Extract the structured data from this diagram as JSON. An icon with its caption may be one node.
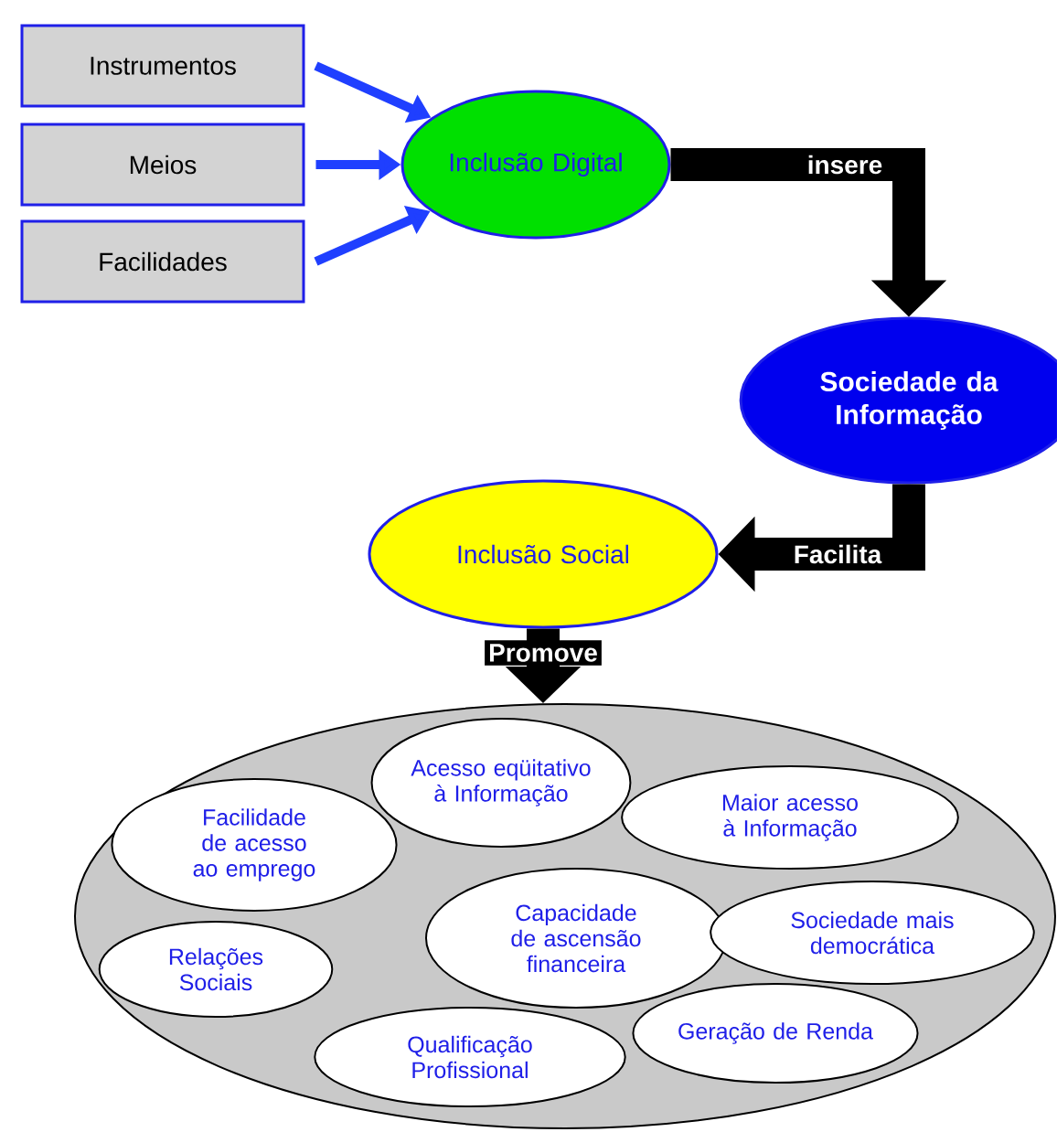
{
  "diagram": {
    "nodes": [
      {
        "text": [
          "Instrumentos"
        ]
      },
      {
        "text": [
          "Meios"
        ]
      },
      {
        "text": [
          "Facilidades"
        ]
      },
      {
        "text": [
          "Inclusão Digital"
        ]
      },
      {
        "text": [
          "Sociedade da Informação"
        ]
      },
      {
        "text": [
          "Inclusão Social"
        ]
      },
      {
        "text": [],
        "shape": "ellipse"
      },
      {
        "text": [
          "Acesso eqüitativo à Informação"
        ],
        "in": 6
      },
      {
        "text": [
          "Facilidade de acesso ao emprego"
        ],
        "in": 6
      },
      {
        "text": [
          "Maior acesso à Informação"
        ],
        "in": 6
      },
      {
        "text": [
          "Capacidade de ascensão financeira"
        ],
        "in": 6
      },
      {
        "text": [
          "Sociedade mais democrática"
        ],
        "in": 6
      },
      {
        "text": [
          "Relações Sociais"
        ],
        "in": 6
      },
      {
        "text": [
          "Qualificação Profissional"
        ],
        "in": 6
      },
      {
        "text": [
          "Geração de Renda"
        ],
        "in": 6
      }
    ],
    "edges": [
      {
        "from": 0,
        "to": 3,
        "arrow": "to",
        "color": "#1f3fff"
      },
      {
        "from": 1,
        "to": 3,
        "arrow": "to",
        "color": "#1f3fff"
      },
      {
        "from": 2,
        "to": 3,
        "arrow": "to",
        "color": "#1f3fff"
      },
      {
        "from": 3,
        "to": 4,
        "arrow": "to",
        "style": "thick",
        "color": "#000000",
        "label": "insere"
      },
      {
        "from": 4,
        "to": 5,
        "arrow": "to",
        "style": "thick",
        "color": "#000000",
        "label": "Facilita"
      },
      {
        "from": 5,
        "to": 6,
        "arrow": "to",
        "style": "thick",
        "color": "#000000",
        "label": "Promove"
      }
    ]
  }
}
